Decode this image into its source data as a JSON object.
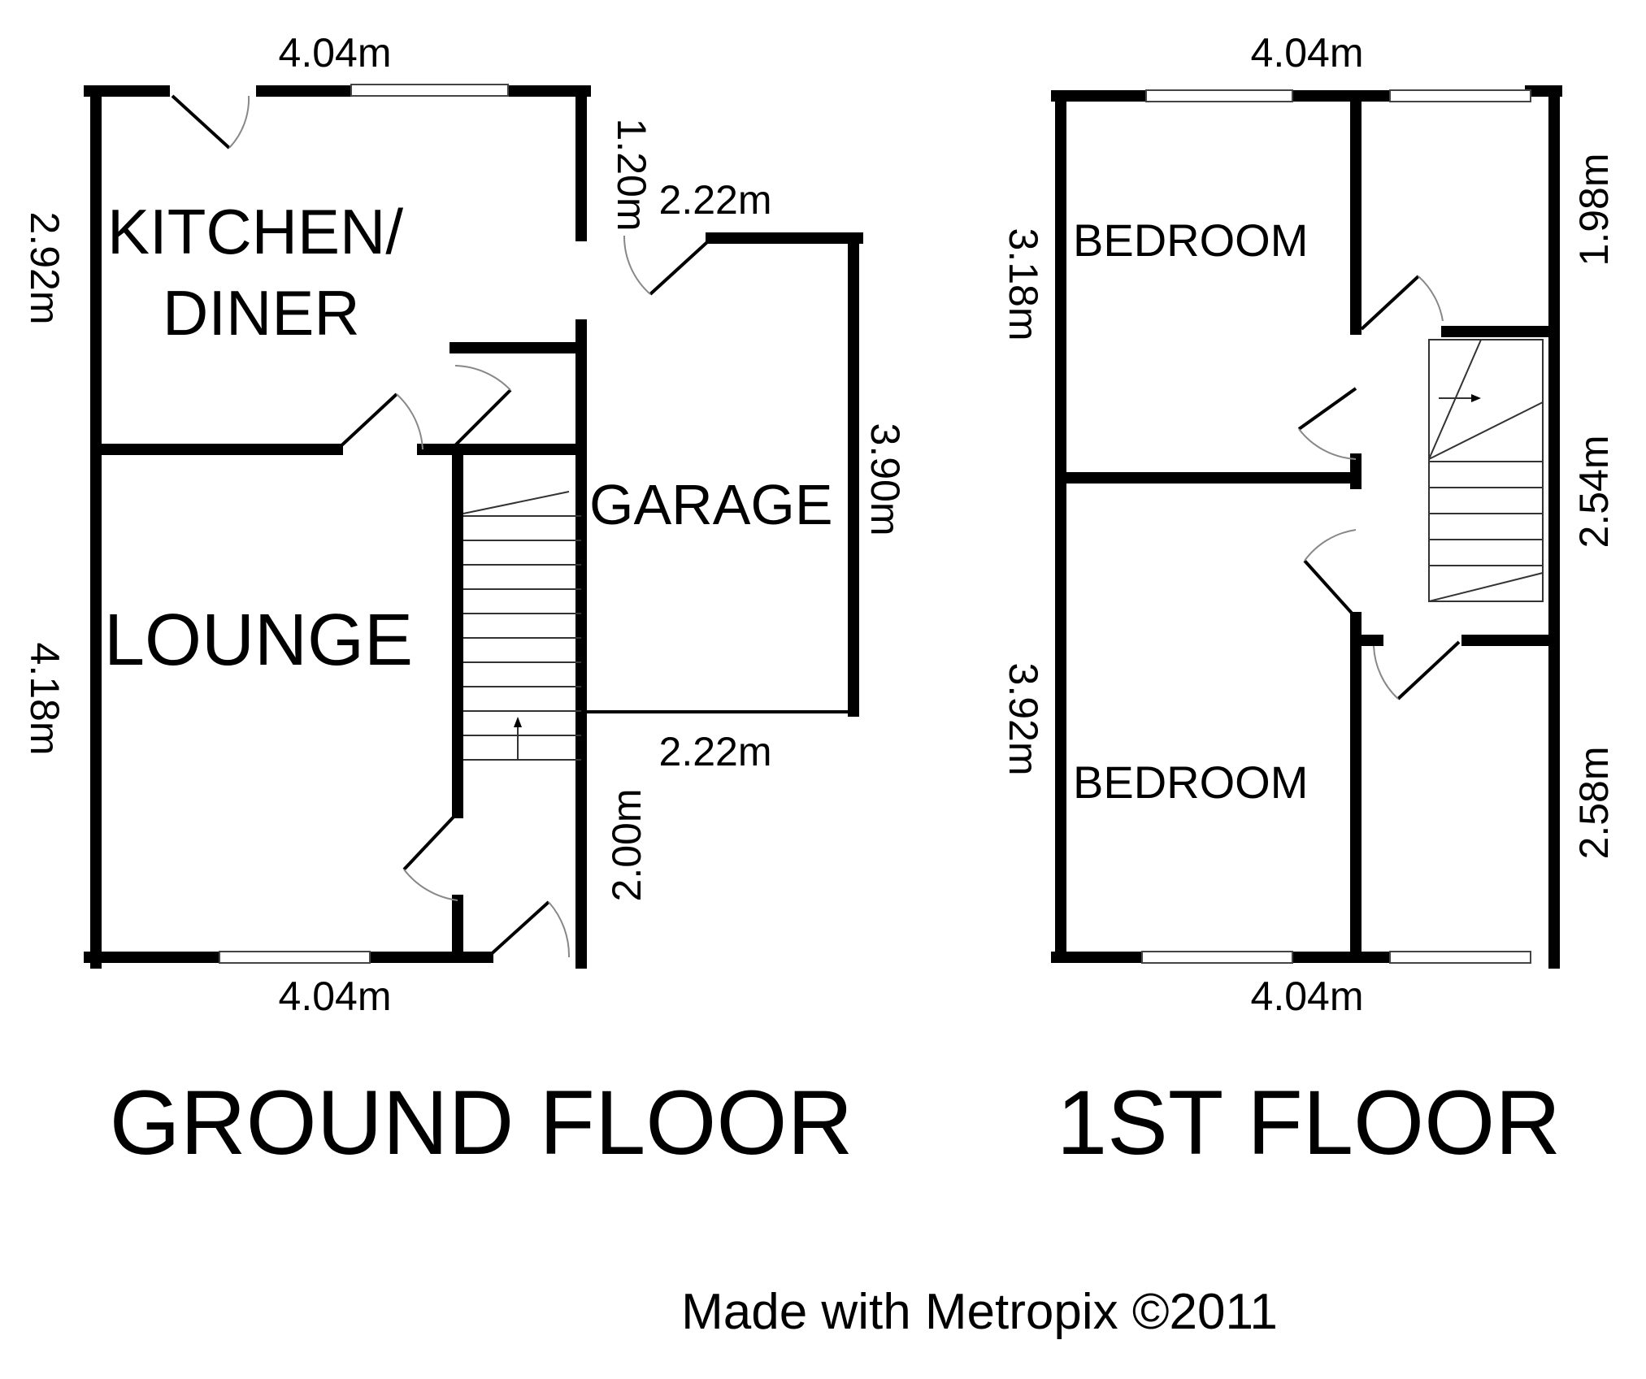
{
  "ground_floor": {
    "title": "GROUND FLOOR",
    "rooms": {
      "kitchen_line1": "KITCHEN/",
      "kitchen_line2": "DINER",
      "lounge": "LOUNGE",
      "garage": "GARAGE"
    },
    "dimensions": {
      "top_width": "4.04m",
      "bottom_width": "4.04m",
      "kitchen_depth": "2.92m",
      "lounge_depth": "4.18m",
      "garage_upper_step": "1.20m",
      "garage_top_width": "2.22m",
      "garage_depth": "3.90m",
      "garage_bottom_width": "2.22m",
      "garage_lower_step": "2.00m"
    }
  },
  "first_floor": {
    "title": "1ST FLOOR",
    "rooms": {
      "bedroom_top": "BEDROOM",
      "bedroom_bottom": "BEDROOM"
    },
    "dimensions": {
      "top_width": "4.04m",
      "bottom_width": "4.04m",
      "front_bedroom_depth": "3.18m",
      "rear_bedroom_depth": "3.92m",
      "box_room_depth": "1.98m",
      "landing_depth": "2.54m",
      "bathroom_depth": "2.58m"
    }
  },
  "footer": {
    "credit": "Made with Metropix ©2011"
  }
}
